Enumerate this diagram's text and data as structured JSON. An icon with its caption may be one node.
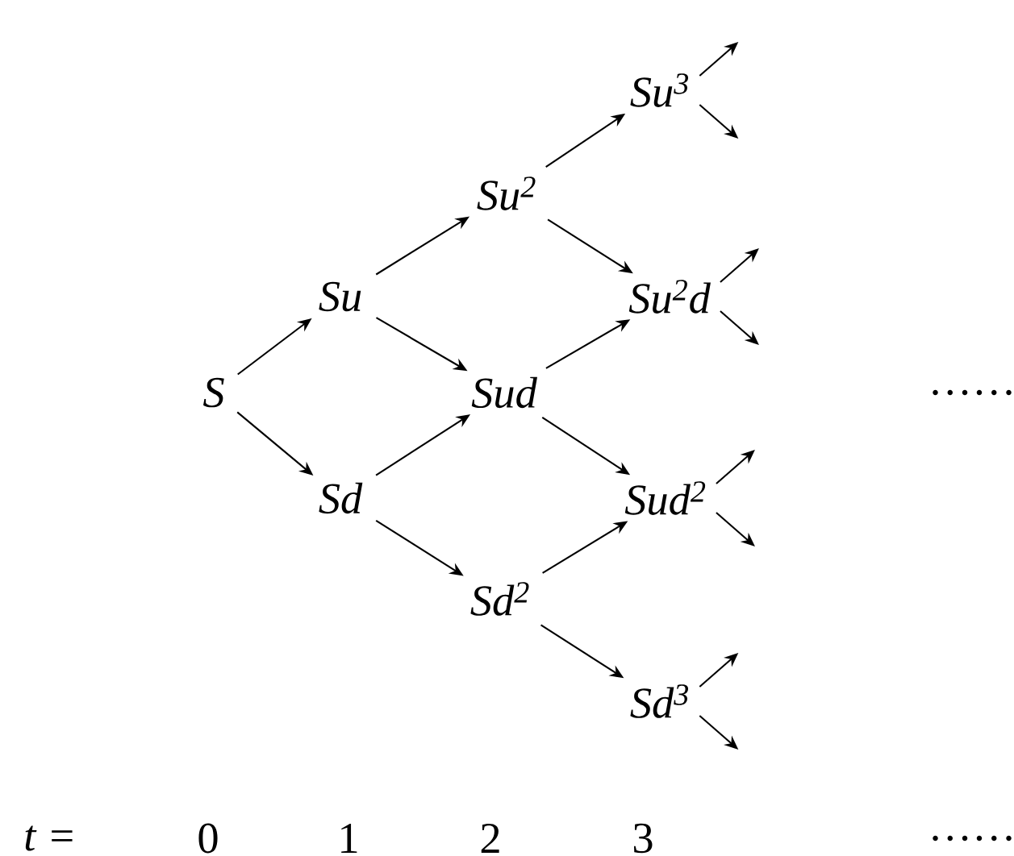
{
  "diagram": {
    "nodes": [
      {
        "text": [
          "S"
        ]
      },
      {
        "text": [
          "Su"
        ]
      },
      {
        "text": [
          "Sd"
        ]
      },
      {
        "text": [
          "Su$^{2}$"
        ]
      },
      {
        "text": [
          "Sud"
        ]
      },
      {
        "text": [
          "Sd$^{2}$"
        ]
      },
      {
        "text": [
          "Su$^{3}$"
        ]
      },
      {
        "text": [
          "Su$^{2}$d"
        ]
      },
      {
        "text": [
          "Sud$^{2}$"
        ]
      },
      {
        "text": [
          "Sd$^{3}$"
        ]
      }
    ],
    "edges": [
      {
        "from": 0,
        "to": 1,
        "arrow": "to"
      },
      {
        "from": 0,
        "to": 2,
        "arrow": "to"
      },
      {
        "from": 1,
        "to": 3,
        "arrow": "to"
      },
      {
        "from": 1,
        "to": 4,
        "arrow": "to"
      },
      {
        "from": 2,
        "to": 4,
        "arrow": "to"
      },
      {
        "from": 2,
        "to": 5,
        "arrow": "to"
      },
      {
        "from": 3,
        "to": 6,
        "arrow": "to"
      },
      {
        "from": 3,
        "to": 7,
        "arrow": "to"
      },
      {
        "from": 4,
        "to": 7,
        "arrow": "to"
      },
      {
        "from": 4,
        "to": 8,
        "arrow": "to"
      },
      {
        "from": 5,
        "to": 8,
        "arrow": "to"
      },
      {
        "from": 5,
        "to": 9,
        "arrow": "to"
      },
      {
        "from": 6,
        "to": null,
        "arrow": "to"
      },
      {
        "from": 6,
        "to": null,
        "arrow": "to"
      },
      {
        "from": 7,
        "to": null,
        "arrow": "to"
      },
      {
        "from": 7,
        "to": null,
        "arrow": "to"
      },
      {
        "from": 8,
        "to": null,
        "arrow": "to"
      },
      {
        "from": 8,
        "to": null,
        "arrow": "to"
      },
      {
        "from": 9,
        "to": null,
        "arrow": "to"
      },
      {
        "from": 9,
        "to": null,
        "arrow": "to"
      }
    ],
    "labels": [
      "……",
      "t =",
      "0",
      "1",
      "2",
      "3",
      "……"
    ]
  }
}
